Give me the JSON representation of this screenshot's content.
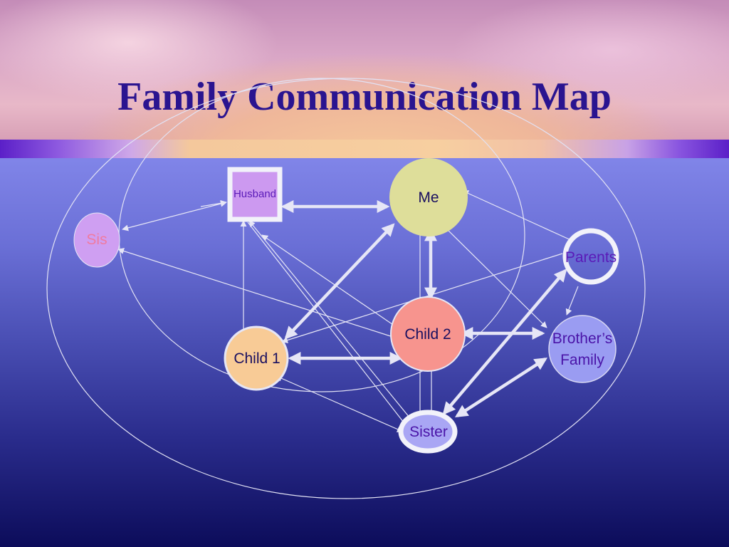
{
  "slide": {
    "title": "Family Communication Map"
  },
  "nodes": {
    "husband": "Husband",
    "me": "Me",
    "sis": "Sis",
    "parents": "Parents",
    "child1": "Child 1",
    "child2": "Child 2",
    "brothers_family_line1": "Brother’s",
    "brothers_family_line2": "Family",
    "sister": "Sister"
  },
  "colors": {
    "title": "#2a1490",
    "label_purple": "#5a1ab8",
    "label_dark": "#1a1060",
    "sis_label": "#f07aa0",
    "me_fill": "#dede9a",
    "child2_fill": "#f7948e",
    "child1_fill": "#f8cb96",
    "husband_fill": "#cc99f0",
    "sis_fill": "#cf9ff2",
    "sister_fill": "#a9a6f4",
    "brothers_family_fill": "#9a9cf2",
    "connector": "#e6e6f6"
  }
}
